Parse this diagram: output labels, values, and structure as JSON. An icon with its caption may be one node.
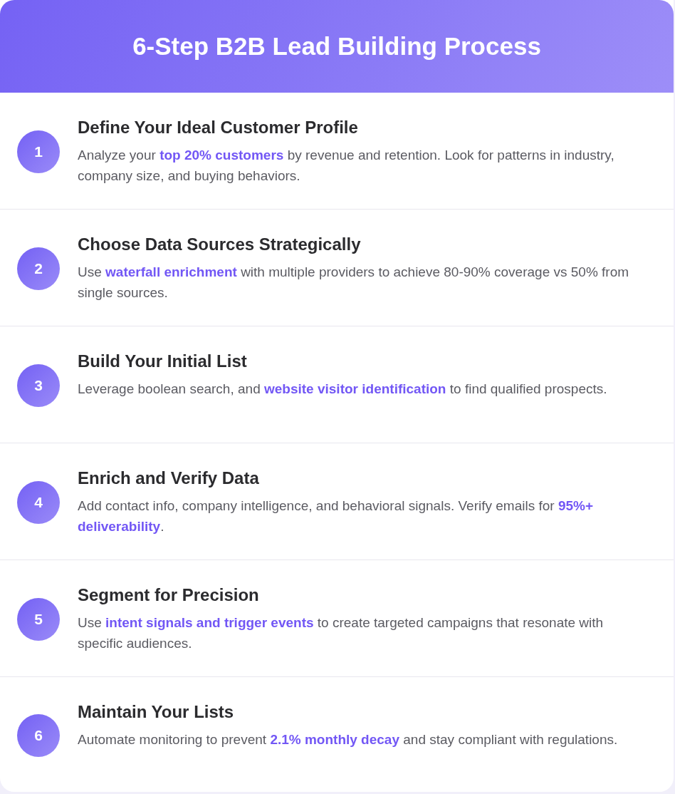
{
  "diagram": {
    "title": "6-Step B2B Lead Building Process",
    "nodes": [
      {
        "text": [
          "Define Your Ideal Customer Profile",
          "Analyze your **top 20% customers** by revenue and retention. Look for patterns in industry, company size, and buying behaviors."
        ]
      },
      {
        "text": [
          "1"
        ],
        "in": 0
      },
      {
        "text": [
          "Choose Data Sources Strategically",
          "Use **waterfall enrichment** with multiple providers to achieve 80-90% coverage vs 50% from single sources."
        ]
      },
      {
        "text": [
          "2"
        ],
        "in": 2
      },
      {
        "text": [
          "Build Your Initial List",
          "Leverage boolean search, and **website visitor identification** to find qualified prospects."
        ]
      },
      {
        "text": [
          "3"
        ],
        "in": 4
      },
      {
        "text": [
          "Enrich and Verify Data",
          "Add contact info, company intelligence, and behavioral signals. Verify emails for **95%+ deliverability**."
        ]
      },
      {
        "text": [
          "4"
        ],
        "in": 6
      },
      {
        "text": [
          "Segment for Precision",
          "Use **intent signals and trigger events** to create targeted campaigns that resonate with specific audiences."
        ]
      },
      {
        "text": [
          "5"
        ],
        "in": 8
      },
      {
        "text": [
          "Maintain Your Lists",
          "Automate monitoring to prevent **2.1% monthly decay** and stay compliant with regulations."
        ]
      },
      {
        "text": [
          "6"
        ],
        "in": 10
      }
    ]
  }
}
